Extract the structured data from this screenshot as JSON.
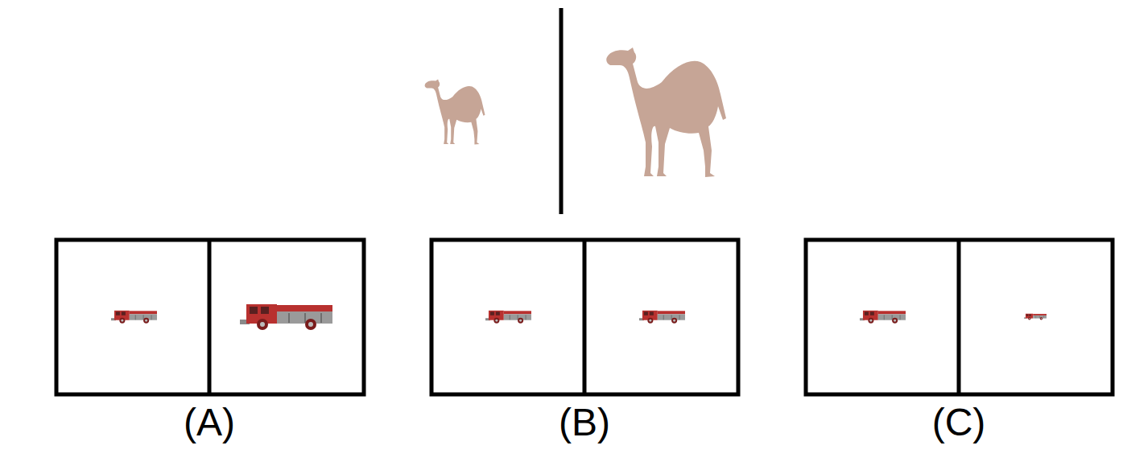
{
  "diagram": {
    "labels": [
      "(A)",
      "(B)",
      "(C)"
    ]
  }
}
